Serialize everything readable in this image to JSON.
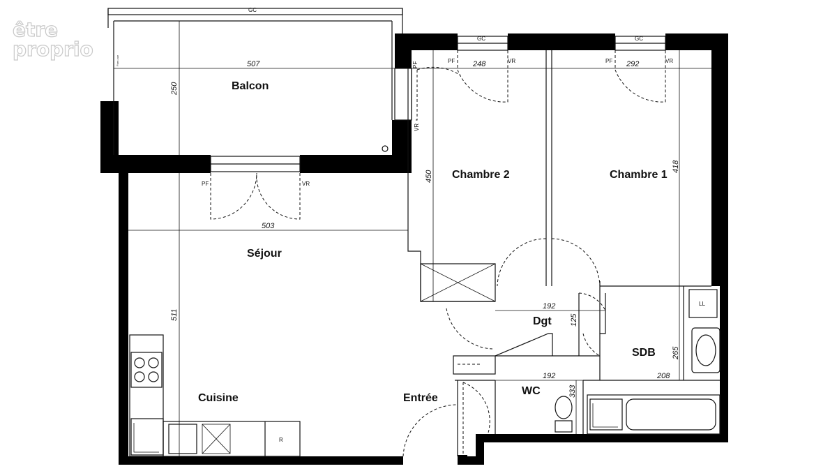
{
  "watermark": {
    "line1": "être",
    "line2": "proprio"
  },
  "rooms": {
    "balcon": "Balcon",
    "chambre2": "Chambre 2",
    "chambre1": "Chambre 1",
    "sejour": "Séjour",
    "dgt": "Dgt",
    "sdb": "SDB",
    "wc": "WC",
    "cuisine": "Cuisine",
    "entree": "Entrée"
  },
  "dimensions": {
    "balcon_width": "507",
    "balcon_depth": "250",
    "chambre2_width": "248",
    "chambre2_depth": "450",
    "chambre1_width": "292",
    "chambre1_depth": "418",
    "sejour_width": "503",
    "sejour_depth": "511",
    "dgt_width": "192",
    "dgt_depth": "125",
    "wc_width": "192",
    "wc_depth": "333",
    "sdb_width": "208",
    "sdb_depth": "265"
  },
  "labels": {
    "gc_balcon": "GC",
    "gc_ch2": "GC",
    "gc_ch1": "GC",
    "pf": "PF",
    "vr": "VR",
    "fridge": "R",
    "washing": "LL"
  }
}
